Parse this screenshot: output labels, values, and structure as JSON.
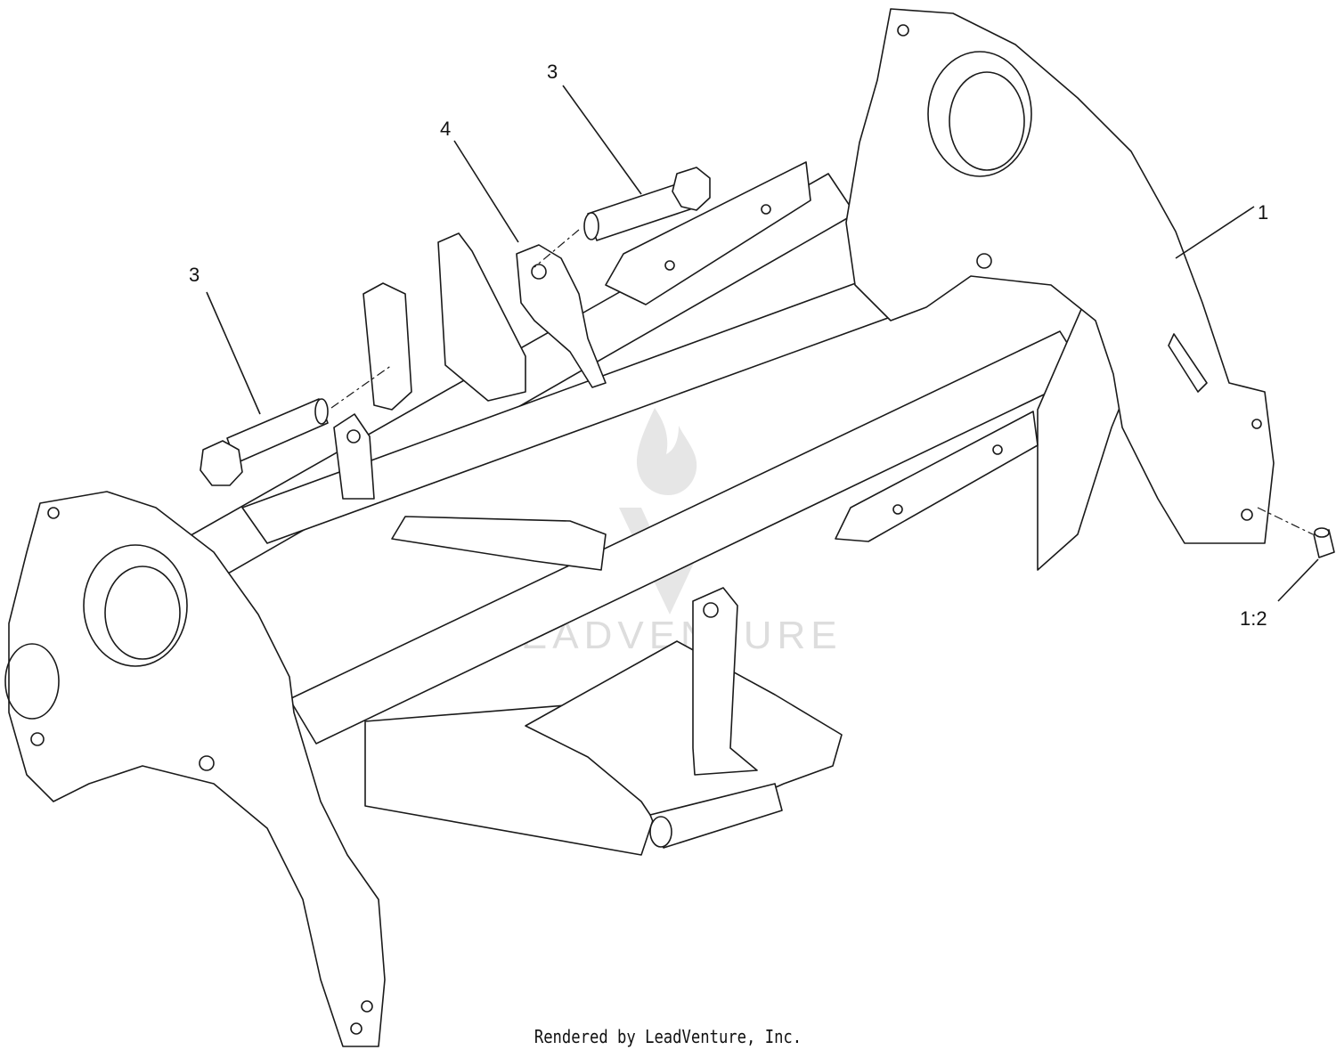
{
  "callouts": {
    "c1": "1",
    "c3_top": "3",
    "c3_left": "3",
    "c4": "4",
    "c12": "1:2"
  },
  "watermark": {
    "text": "LEADVENTURE",
    "icon": "flame-v-logo-icon",
    "color": "#d2d2d2"
  },
  "footer": {
    "credit": "Rendered by LeadVenture, Inc."
  },
  "colors": {
    "line": "#1a1a1a",
    "background": "#ffffff"
  }
}
